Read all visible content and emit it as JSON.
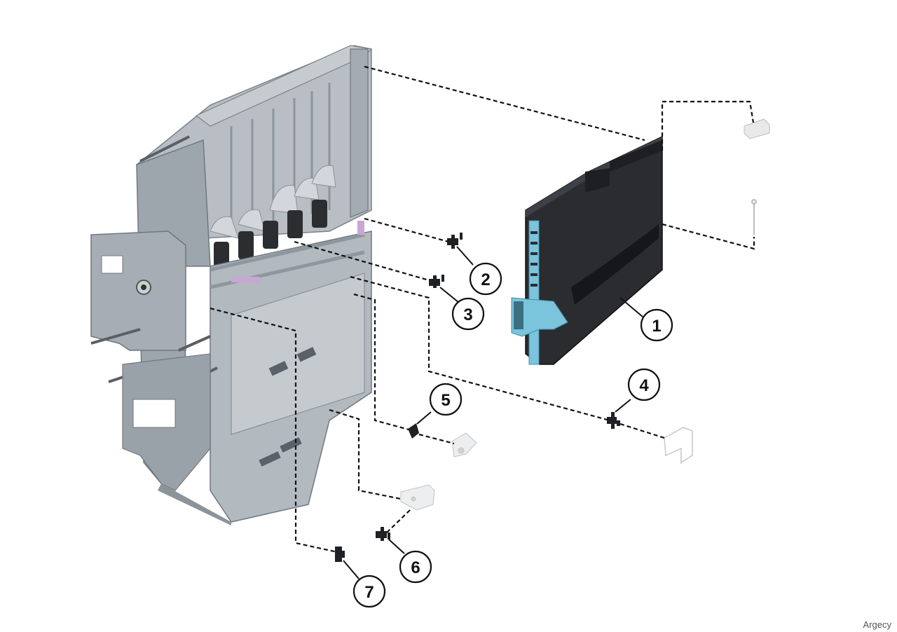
{
  "callouts": [
    {
      "id": "1",
      "label": "1"
    },
    {
      "id": "2",
      "label": "2"
    },
    {
      "id": "3",
      "label": "3"
    },
    {
      "id": "4",
      "label": "4"
    },
    {
      "id": "5",
      "label": "5"
    },
    {
      "id": "6",
      "label": "6"
    },
    {
      "id": "7",
      "label": "7"
    }
  ],
  "watermark": "Argecy",
  "colors": {
    "frame": "#a9b0b7",
    "frame_dark": "#6f7780",
    "module": "#2a2c30",
    "accent": "#7cc4dc",
    "ghost": "#d9dcdf"
  }
}
